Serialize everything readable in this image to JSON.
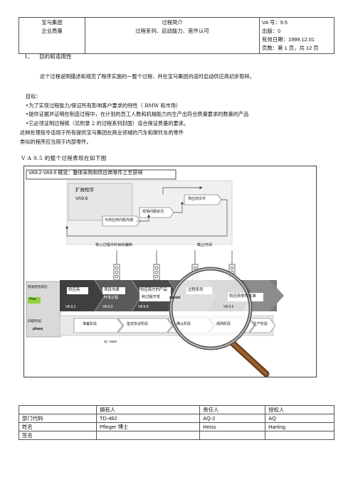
{
  "header": {
    "company_line1": "宝马集团",
    "company_line2": "企业质量",
    "topic_line1": "过程简介",
    "topic_line2": "过程系列、启动能力、首件认可",
    "va_label": "VA 号：9.5",
    "edition_label": "出版：0",
    "date_label": "有效日期：1999.12.01",
    "page_label": "页数：第 1 页，共 12 页"
  },
  "section1": {
    "number": "1、",
    "title": "目的和适用性",
    "intro": "这个过程说明描述和规范了程序实施的一整个过程，并在宝马集团内适时启动供应商初步取样。",
    "goals_label": "目标：",
    "bullets": [
      "•为了实现过程能力/保证所有影响客户要求的特性（ BMW 和市场）",
      "•提供证据并证明在制造过程中，在计划的员工人数和机械能力内生产出符合质量要求的数量的产品",
      "•它必须证明过程链（见附录 2 的过程系列封面）适合保证质量的要求。"
    ],
    "scope_line1": "这种处理指令适用于所有提供宝马集团在商业领域的汽车和摩托车的零件",
    "scope_line2": "类似的程序应当用于内部零件。"
  },
  "figure_caption": "V A 9.5 的整个过程表现在如下图",
  "figure": {
    "title": "VA9.2-VA9.6 概览：整体采购和供应商零件工艺获得",
    "ext_program": "扩展程序",
    "ext_code": "VA9.6",
    "box_supplier_docs": "供应商文件",
    "box_onsite": "现场问题状况",
    "box_supplier_issues": "与供应商问题沟通",
    "core_goal": "核心过程中的目标编制",
    "deadline": "截止时间",
    "stage_labels": [
      "供应商",
      "项目沟通",
      "供应商方的产品",
      "过程系列",
      "供应商零件批准"
    ],
    "stage_sub": [
      "开发过程",
      "和过程开发"
    ],
    "va_codes": [
      "VA 9.2",
      "VA 9.3",
      "VA 9.4",
      "VA 9.5"
    ],
    "left_top": "客观原因风险",
    "left_tag": "Plan",
    "left_bottom": "四级阶段",
    "left_phase": "phase",
    "phases": [
      "准备阶段",
      "鉴定协议阶段",
      "确认阶段",
      "成熟阶段",
      "生产阶段"
    ],
    "small_note": "Zu ̈ Mai9",
    "lens_text": "ment",
    "colors": {
      "dark_arrow": "#3a3a3a",
      "mid_arrow": "#8c8c8c",
      "band": "#6e6e6e"
    }
  },
  "footer": {
    "headers": [
      "",
      "拥有人",
      "责任人",
      "授权人"
    ],
    "rows": [
      [
        "部门代码",
        "TD-462",
        "AQ-2",
        "AQ"
      ],
      [
        "姓名",
        "Pfleger 博士",
        "Heiss",
        "Harting"
      ],
      [
        "签名",
        "",
        "",
        ""
      ]
    ]
  }
}
